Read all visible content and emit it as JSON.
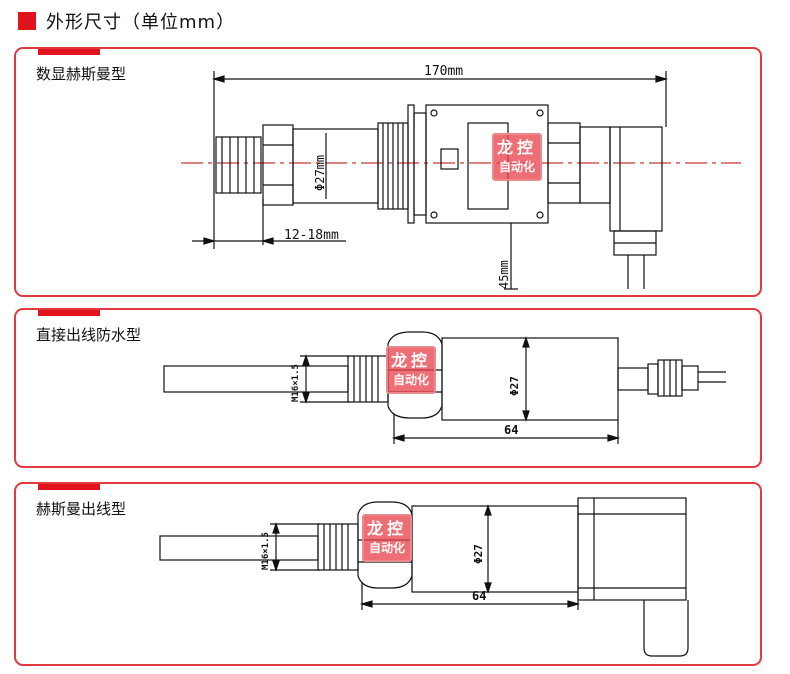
{
  "header": {
    "title": "外形尺寸（单位mm）"
  },
  "panels": [
    {
      "title": "数显赫斯曼型",
      "dims": {
        "length": "170mm",
        "thread": "12-18mm",
        "diameter": "Φ27mm",
        "depth": "45mm"
      }
    },
    {
      "title": "直接出线防水型",
      "dims": {
        "thread": "M16×1.5",
        "diameter": "Φ27",
        "length": "64"
      }
    },
    {
      "title": "赫斯曼出线型",
      "dims": {
        "thread": "M16×1.5",
        "diameter": "Φ27",
        "length": "64"
      }
    }
  ],
  "watermark": {
    "line1": "龙控",
    "line2": "自动化",
    "color": "#e1141e"
  }
}
